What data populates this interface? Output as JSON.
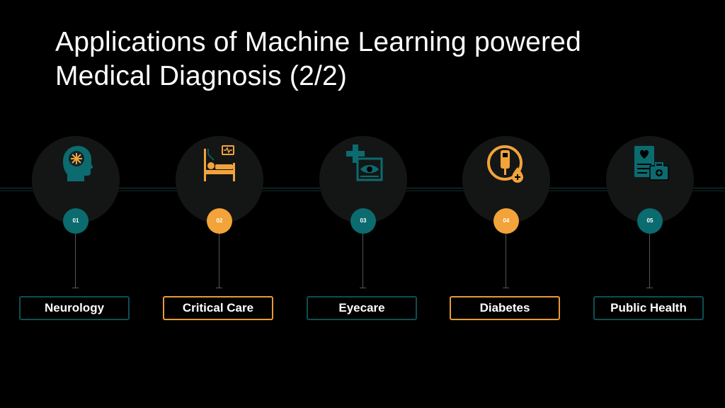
{
  "slide": {
    "title_line1": "Applications of Machine Learning powered",
    "title_line2": "Medical Diagnosis (2/2)"
  },
  "colors": {
    "teal": "#0b6b6f",
    "amber": "#f2a33a",
    "background": "#000000"
  },
  "items": [
    {
      "number": "01",
      "label": "Neurology",
      "icon": "brain-head-icon",
      "accent": "teal"
    },
    {
      "number": "02",
      "label": "Critical Care",
      "icon": "hospital-bed-monitor-icon",
      "accent": "amber"
    },
    {
      "number": "03",
      "label": "Eyecare",
      "icon": "eye-scan-icon",
      "accent": "teal"
    },
    {
      "number": "04",
      "label": "Diabetes",
      "icon": "glucose-meter-icon",
      "accent": "amber"
    },
    {
      "number": "05",
      "label": "Public Health",
      "icon": "medical-report-kit-icon",
      "accent": "teal"
    }
  ]
}
